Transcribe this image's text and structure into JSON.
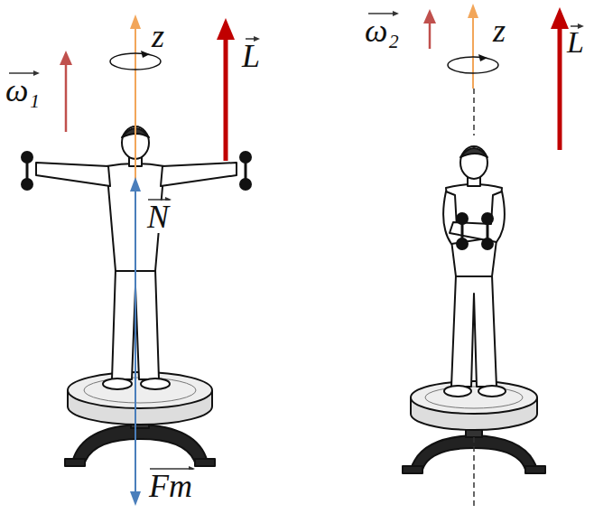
{
  "diagram": {
    "labels": [
      "ω₁",
      "z",
      "L",
      "N",
      "Fт",
      "ω₂",
      "z",
      "L"
    ]
  }
}
